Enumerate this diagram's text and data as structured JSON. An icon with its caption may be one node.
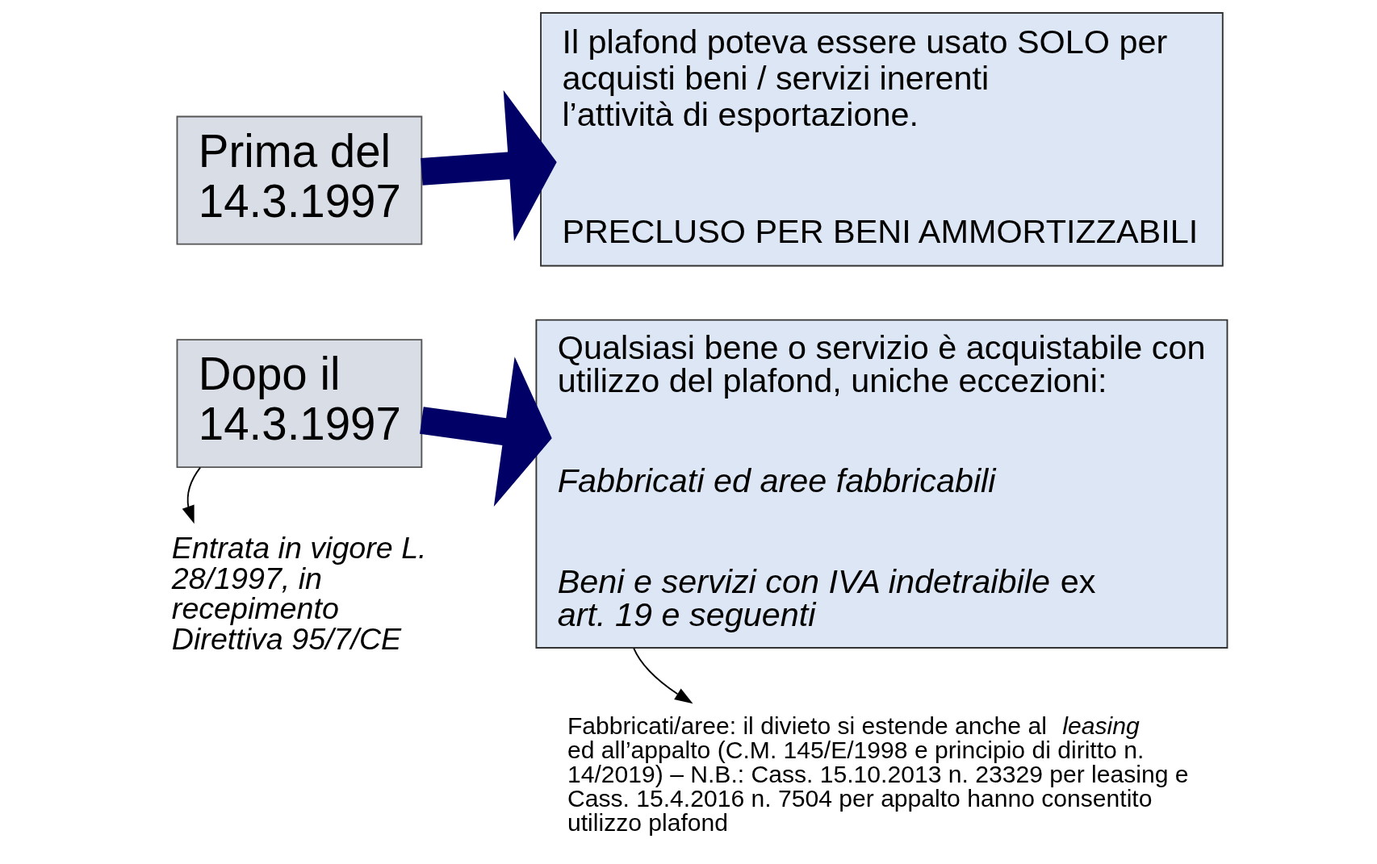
{
  "diagram": {
    "nodes": [
      {
        "text": [
          "Prima del 14.3.1997"
        ]
      },
      {
        "text": [
          "Il plafond poteva essere usato SOLO per acquisti beni / servizi inerenti l’attività di esportazione.",
          "PRECLUSO PER BENI AMMORTIZZABILI"
        ]
      },
      {
        "text": [
          "Dopo il 14.3.1997"
        ]
      },
      {
        "text": [
          "Qualsiasi bene o servizio è acquistabile con utilizzo del plafond, uniche eccezioni:",
          "Fabbricati ed aree fabbricabili",
          "*Beni e servizi con IVA indetraibile* ex *art. 19 e seguenti*"
        ]
      },
      {
        "text": [
          "Entrata in vigore L.  28/1997, in recepimento Direttiva 95/7/CE"
        ]
      },
      {
        "text": [
          "Fabbricati/aree: il divieto si estende anche al *leasing* ed all’appalto (C.M. 145/E/1998 e principio di diritto n. 14/2019) – N.B.: Cass. 15.10.2013 n. 23329 per leasing e Cass. 15.4.2016 n. 7504 per appalto hanno consentito utilizzo plafond"
        ]
      }
    ],
    "edges": [
      {
        "from": 0,
        "to": 1,
        "arrow": "to",
        "style": "thick",
        "color": "#000066"
      },
      {
        "from": 2,
        "to": 3,
        "arrow": "to",
        "style": "thick",
        "color": "#000066"
      },
      {
        "from": 2,
        "to": 4,
        "arrow": "to",
        "color": "#000000"
      },
      {
        "from": 3,
        "to": 5,
        "arrow": "to",
        "color": "#000000"
      }
    ]
  }
}
